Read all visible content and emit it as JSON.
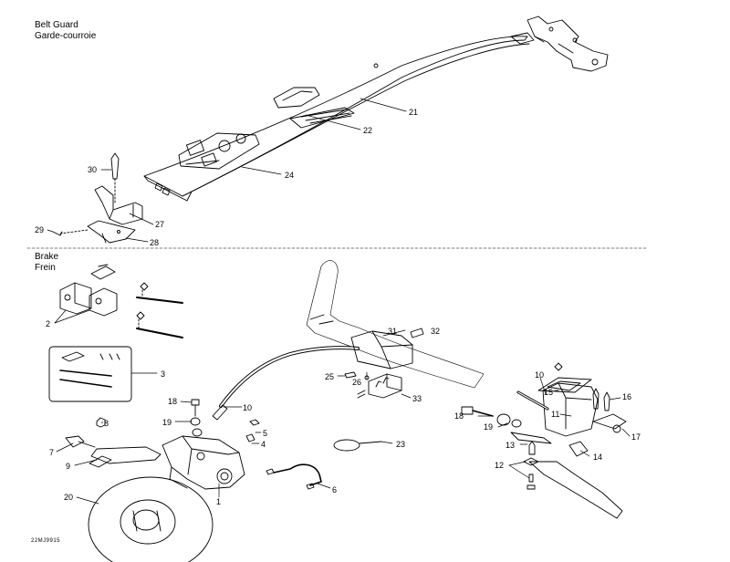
{
  "belt_guard": {
    "title_en": "Belt Guard",
    "title_fr": "Garde-courroie"
  },
  "brake": {
    "title_en": "Brake",
    "title_fr": "Frein"
  },
  "footer_code": "22MJ9915",
  "callouts": {
    "c21": "21",
    "c22": "22",
    "c24": "24",
    "c30": "30",
    "c27": "27",
    "c29": "29",
    "c28": "28",
    "c2": "2",
    "c3": "3",
    "c8": "8",
    "c7": "7",
    "c9": "9",
    "c20": "20",
    "c18a": "18",
    "c19a": "19",
    "c10a": "10",
    "c5": "5",
    "c4": "4",
    "c1": "1",
    "c6": "6",
    "c23": "23",
    "c31": "31",
    "c32": "32",
    "c25": "25",
    "c26": "26",
    "c33": "33",
    "c10b": "10",
    "c15": "15",
    "c16": "16",
    "c11": "11",
    "c18b": "18",
    "c19b": "19",
    "c13": "13",
    "c17": "17",
    "c14": "14",
    "c12": "12"
  }
}
